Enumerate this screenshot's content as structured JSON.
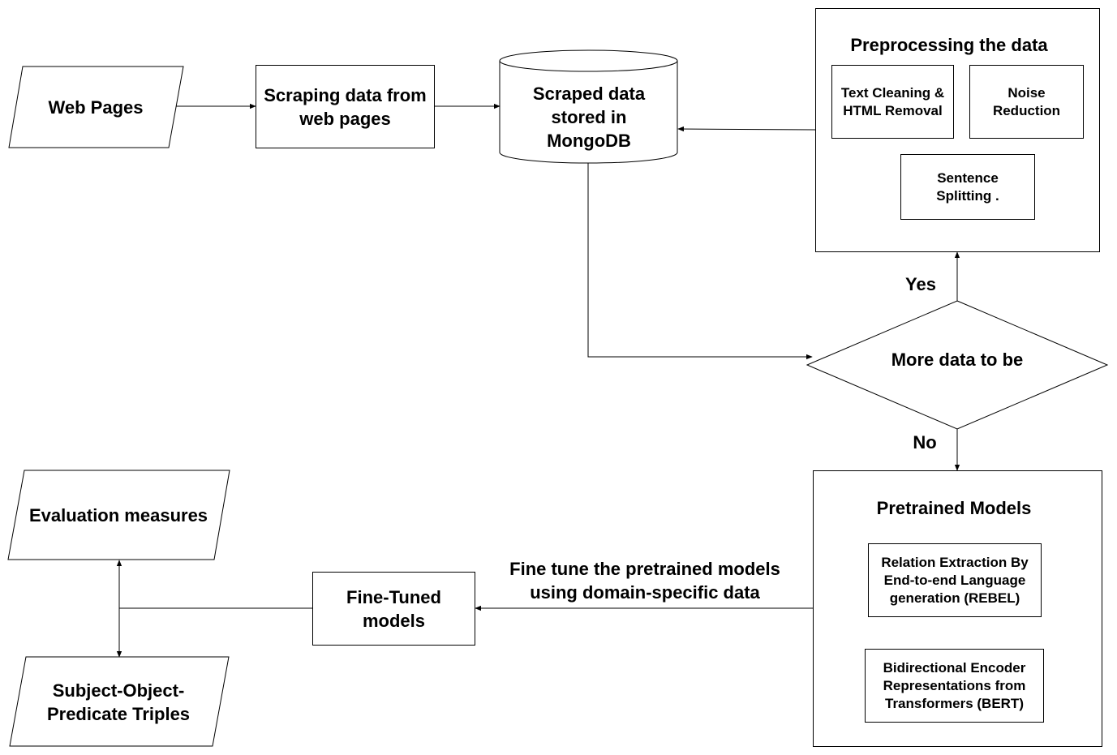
{
  "nodes": {
    "web_pages": "Web Pages",
    "scraping": "Scraping data from web pages",
    "mongodb": "Scraped data stored in MongoDB",
    "preprocessing": {
      "title": "Preprocessing the data",
      "text_cleaning": "Text Cleaning & HTML Removal",
      "noise_reduction": "Noise Reduction",
      "sentence_splitting": "Sentence Splitting ."
    },
    "decision": "More data to be",
    "pretrained": {
      "title": "Pretrained Models",
      "rebel": "Relation Extraction By End-to-end Language generation (REBEL)",
      "bert": "Bidirectional Encoder Representations from Transformers (BERT)"
    },
    "fine_tuned": "Fine-Tuned models",
    "evaluation": "Evaluation measures",
    "triples": "Subject-Object-Predicate Triples"
  },
  "edges": {
    "yes": "Yes",
    "no": "No",
    "fine_tune": "Fine tune the pretrained models using domain-specific data"
  }
}
